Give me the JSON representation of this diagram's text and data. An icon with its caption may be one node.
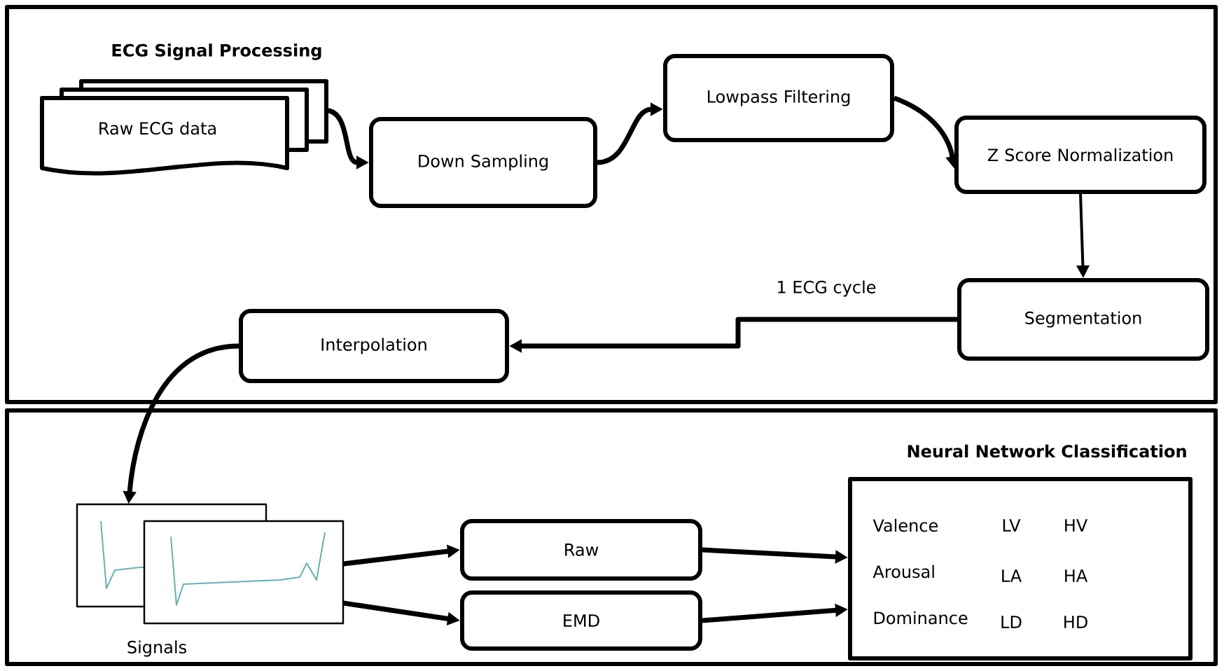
{
  "diagram": {
    "nodes": [
      {
        "text": [
          "ECG Signal Processing"
        ]
      },
      {
        "text": [
          "Raw ECG data"
        ],
        "in": 0
      },
      {
        "text": [
          "Down Sampling"
        ],
        "in": 0
      },
      {
        "text": [
          "Lowpass Filtering"
        ],
        "in": 0
      },
      {
        "text": [
          "Z Score Normalization"
        ],
        "in": 0
      },
      {
        "text": [
          "Segmentation"
        ],
        "in": 0
      },
      {
        "text": [
          "Interpolation"
        ],
        "in": 0
      },
      {
        "text": [
          "Neural Network Classification"
        ]
      },
      {
        "text": [],
        "shape": "picture",
        "beside": [
          "Signals"
        ],
        "in": 7
      },
      {
        "text": [
          "Raw"
        ],
        "in": 7
      },
      {
        "text": [
          "EMD"
        ],
        "in": 7
      },
      {
        "text": [
          "Valence",
          "LV",
          "HV",
          "Arousal",
          "LA",
          "HA",
          "Dominance",
          "LD",
          "HD"
        ],
        "in": 7
      }
    ],
    "edges": [
      {
        "from": 1,
        "to": 2,
        "arrow": "to"
      },
      {
        "from": 2,
        "to": 3,
        "arrow": "to"
      },
      {
        "from": 3,
        "to": 4,
        "arrow": "to"
      },
      {
        "from": 4,
        "to": 5,
        "arrow": "to"
      },
      {
        "from": 5,
        "to": 6,
        "arrow": "to",
        "label": "1 ECG cycle"
      },
      {
        "from": 6,
        "to": 8,
        "arrow": "to"
      },
      {
        "from": 8,
        "to": 9,
        "arrow": "to"
      },
      {
        "from": 8,
        "to": 10,
        "arrow": "to"
      },
      {
        "from": 9,
        "to": 11,
        "arrow": "to"
      },
      {
        "from": 10,
        "to": 11,
        "arrow": "to"
      }
    ]
  }
}
